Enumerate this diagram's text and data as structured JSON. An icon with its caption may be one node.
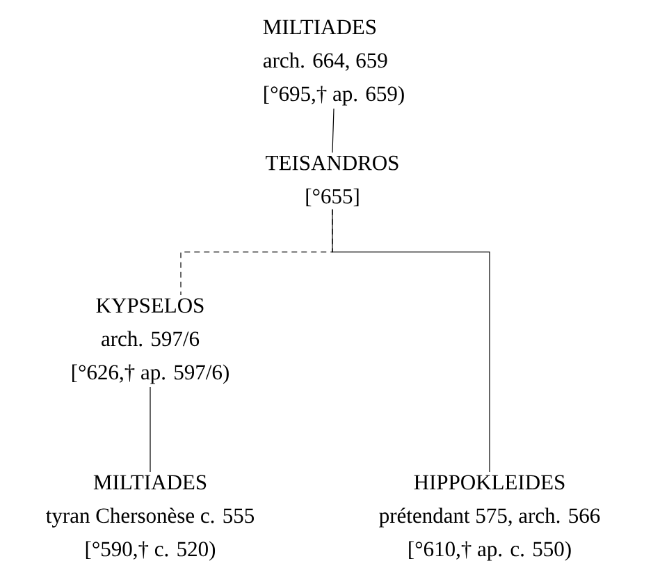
{
  "diagram": {
    "nodes": [
      {
        "text": [
          "MILTIADES",
          "arch. 664, 659",
          "[°695,† ap. 659)"
        ]
      },
      {
        "text": [
          "TEISANDROS",
          "[°655]"
        ]
      },
      {
        "text": [
          "KYPSELOS",
          "arch. 597/6",
          "[°626,† ap. 597/6)"
        ]
      },
      {
        "text": [
          "MILTIADES",
          "tyran Chersonèse c. 555",
          "[°590,† c. 520)"
        ]
      },
      {
        "text": [
          "HIPPOKLEIDES",
          "prétendant 575, arch. 566",
          "[°610,† ap. c. 550)"
        ]
      }
    ],
    "edges": [
      {
        "from": 0,
        "to": 1,
        "arrow": "none"
      },
      {
        "from": 1,
        "to": 2,
        "arrow": "none",
        "style": "dashed"
      },
      {
        "from": 2,
        "to": 3,
        "arrow": "none"
      },
      {
        "from": 1,
        "to": 4,
        "arrow": "none"
      }
    ]
  }
}
